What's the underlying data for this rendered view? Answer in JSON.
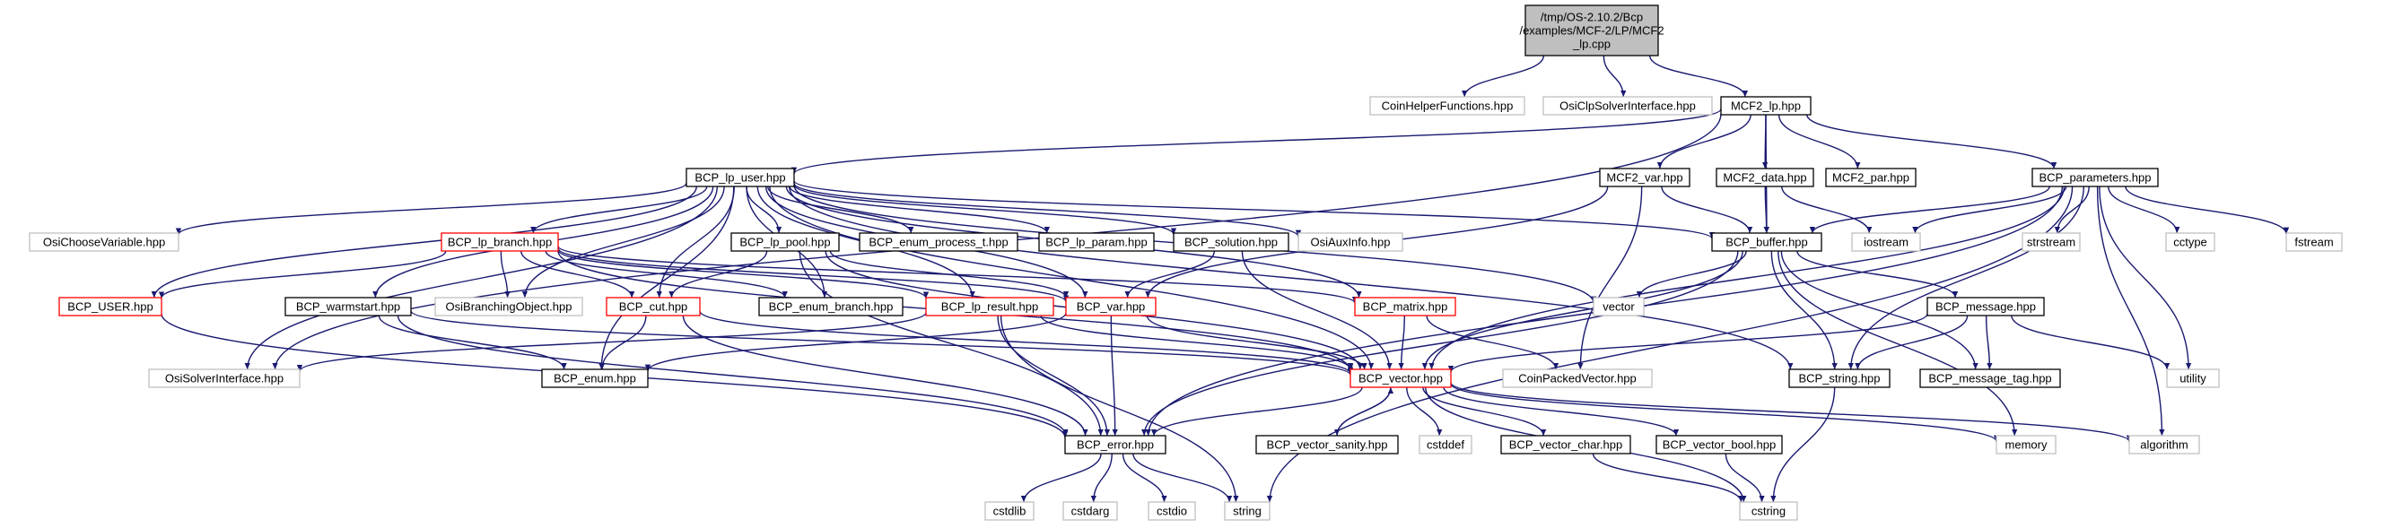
{
  "colors": {
    "edge": "#191970",
    "border_normal": "#000000",
    "border_truncated": "#ff0000",
    "border_system": "#bfbfbf",
    "fill_root": "#bfbfbf",
    "fill_default": "#ffffff",
    "text": "#000000"
  },
  "nodes": {
    "root": {
      "lines": [
        "/tmp/OS-2.10.2/Bcp",
        "/examples/MCF-2/LP/MCF2",
        "_lp.cpp"
      ],
      "kind": "root"
    },
    "coinhelper": {
      "lines": [
        "CoinHelperFunctions.hpp"
      ],
      "kind": "system"
    },
    "osiclp": {
      "lines": [
        "OsiClpSolverInterface.hpp"
      ],
      "kind": "system"
    },
    "mcf2lp": {
      "lines": [
        "MCF2_lp.hpp"
      ],
      "kind": "normal"
    },
    "bcplpuser": {
      "lines": [
        "BCP_lp_user.hpp"
      ],
      "kind": "normal"
    },
    "mcf2var": {
      "lines": [
        "MCF2_var.hpp"
      ],
      "kind": "normal"
    },
    "mcf2data": {
      "lines": [
        "MCF2_data.hpp"
      ],
      "kind": "normal"
    },
    "mcf2par": {
      "lines": [
        "MCF2_par.hpp"
      ],
      "kind": "normal"
    },
    "bcpparams": {
      "lines": [
        "BCP_parameters.hpp"
      ],
      "kind": "normal"
    },
    "osichoose": {
      "lines": [
        "OsiChooseVariable.hpp"
      ],
      "kind": "system"
    },
    "bcplpbranch": {
      "lines": [
        "BCP_lp_branch.hpp"
      ],
      "kind": "truncated"
    },
    "bcplppool": {
      "lines": [
        "BCP_lp_pool.hpp"
      ],
      "kind": "normal"
    },
    "bcpenumproc": {
      "lines": [
        "BCP_enum_process_t.hpp"
      ],
      "kind": "normal"
    },
    "bcplpparam": {
      "lines": [
        "BCP_lp_param.hpp"
      ],
      "kind": "normal"
    },
    "bcpsolution": {
      "lines": [
        "BCP_solution.hpp"
      ],
      "kind": "normal"
    },
    "osiauxinfo": {
      "lines": [
        "OsiAuxInfo.hpp"
      ],
      "kind": "system"
    },
    "bcpbuffer": {
      "lines": [
        "BCP_buffer.hpp"
      ],
      "kind": "normal"
    },
    "iostream": {
      "lines": [
        "iostream"
      ],
      "kind": "system"
    },
    "strstream": {
      "lines": [
        "strstream"
      ],
      "kind": "system"
    },
    "cctype": {
      "lines": [
        "cctype"
      ],
      "kind": "system"
    },
    "fstream": {
      "lines": [
        "fstream"
      ],
      "kind": "system"
    },
    "bcpuser": {
      "lines": [
        "BCP_USER.hpp"
      ],
      "kind": "truncated"
    },
    "bcpwarmstart": {
      "lines": [
        "BCP_warmstart.hpp"
      ],
      "kind": "normal"
    },
    "osibranching": {
      "lines": [
        "OsiBranchingObject.hpp"
      ],
      "kind": "system"
    },
    "bcpcut": {
      "lines": [
        "BCP_cut.hpp"
      ],
      "kind": "truncated"
    },
    "bcpenumbranch": {
      "lines": [
        "BCP_enum_branch.hpp"
      ],
      "kind": "normal"
    },
    "bcplpresult": {
      "lines": [
        "BCP_lp_result.hpp"
      ],
      "kind": "truncated"
    },
    "bcpvar": {
      "lines": [
        "BCP_var.hpp"
      ],
      "kind": "truncated"
    },
    "bcpmatrix": {
      "lines": [
        "BCP_matrix.hpp"
      ],
      "kind": "truncated"
    },
    "vector": {
      "lines": [
        "vector"
      ],
      "kind": "system"
    },
    "bcpmessage": {
      "lines": [
        "BCP_message.hpp"
      ],
      "kind": "normal"
    },
    "osisolver": {
      "lines": [
        "OsiSolverInterface.hpp"
      ],
      "kind": "system"
    },
    "bcpenum": {
      "lines": [
        "BCP_enum.hpp"
      ],
      "kind": "normal"
    },
    "bcpvector": {
      "lines": [
        "BCP_vector.hpp"
      ],
      "kind": "truncated"
    },
    "coinpacked": {
      "lines": [
        "CoinPackedVector.hpp"
      ],
      "kind": "system"
    },
    "bcpstring": {
      "lines": [
        "BCP_string.hpp"
      ],
      "kind": "normal"
    },
    "bcpmsgtag": {
      "lines": [
        "BCP_message_tag.hpp"
      ],
      "kind": "normal"
    },
    "utility": {
      "lines": [
        "utility"
      ],
      "kind": "system"
    },
    "bcperror": {
      "lines": [
        "BCP_error.hpp"
      ],
      "kind": "normal"
    },
    "bcpvecsanity": {
      "lines": [
        "BCP_vector_sanity.hpp"
      ],
      "kind": "normal"
    },
    "cstddef": {
      "lines": [
        "cstddef"
      ],
      "kind": "system"
    },
    "bcpvecchar": {
      "lines": [
        "BCP_vector_char.hpp"
      ],
      "kind": "normal"
    },
    "bcpvecbool": {
      "lines": [
        "BCP_vector_bool.hpp"
      ],
      "kind": "normal"
    },
    "memory": {
      "lines": [
        "memory"
      ],
      "kind": "system"
    },
    "algorithm": {
      "lines": [
        "algorithm"
      ],
      "kind": "system"
    },
    "cstdlib": {
      "lines": [
        "cstdlib"
      ],
      "kind": "system"
    },
    "cstdarg": {
      "lines": [
        "cstdarg"
      ],
      "kind": "system"
    },
    "cstdio": {
      "lines": [
        "cstdio"
      ],
      "kind": "system"
    },
    "string": {
      "lines": [
        "string"
      ],
      "kind": "system"
    },
    "cstring": {
      "lines": [
        "cstring"
      ],
      "kind": "system"
    }
  },
  "edges": [
    [
      "root",
      "coinhelper"
    ],
    [
      "root",
      "osiclp"
    ],
    [
      "root",
      "mcf2lp"
    ],
    [
      "mcf2lp",
      "bcplpuser"
    ],
    [
      "mcf2lp",
      "mcf2var"
    ],
    [
      "mcf2lp",
      "mcf2data"
    ],
    [
      "mcf2lp",
      "mcf2par"
    ],
    [
      "mcf2lp",
      "bcpparams"
    ],
    [
      "mcf2lp",
      "bcpbuffer"
    ],
    [
      "mcf2lp",
      "osisolver"
    ],
    [
      "bcplpuser",
      "osichoose"
    ],
    [
      "bcplpuser",
      "bcplpbranch"
    ],
    [
      "bcplpuser",
      "bcplppool"
    ],
    [
      "bcplpuser",
      "bcpenumproc"
    ],
    [
      "bcplpuser",
      "bcplpparam"
    ],
    [
      "bcplpuser",
      "bcpsolution"
    ],
    [
      "bcplpuser",
      "osiauxinfo"
    ],
    [
      "bcplpuser",
      "bcpbuffer"
    ],
    [
      "bcplpuser",
      "vector"
    ],
    [
      "bcplpuser",
      "bcpuser"
    ],
    [
      "bcplpuser",
      "bcpwarmstart"
    ],
    [
      "bcplpuser",
      "osibranching"
    ],
    [
      "bcplpuser",
      "bcpcut"
    ],
    [
      "bcplpuser",
      "bcpenumbranch"
    ],
    [
      "bcplpuser",
      "bcplpresult"
    ],
    [
      "bcplpuser",
      "bcpvar"
    ],
    [
      "bcplpuser",
      "bcpmatrix"
    ],
    [
      "bcplpuser",
      "osisolver"
    ],
    [
      "bcplpuser",
      "bcpenum"
    ],
    [
      "bcplpuser",
      "bcpvector"
    ],
    [
      "bcplpuser",
      "bcpstring"
    ],
    [
      "mcf2var",
      "bcpvar"
    ],
    [
      "mcf2var",
      "coinpacked"
    ],
    [
      "mcf2var",
      "bcpbuffer"
    ],
    [
      "mcf2data",
      "bcpbuffer"
    ],
    [
      "mcf2data",
      "iostream"
    ],
    [
      "bcpparams",
      "bcpbuffer"
    ],
    [
      "bcpparams",
      "iostream"
    ],
    [
      "bcpparams",
      "strstream"
    ],
    [
      "bcpparams",
      "cctype"
    ],
    [
      "bcpparams",
      "fstream"
    ],
    [
      "bcpparams",
      "utility"
    ],
    [
      "bcpparams",
      "algorithm"
    ],
    [
      "bcpparams",
      "bcpstring"
    ],
    [
      "bcpparams",
      "bcpvector"
    ],
    [
      "bcpparams",
      "string"
    ],
    [
      "bcpparams",
      "bcperror"
    ],
    [
      "bcplpbranch",
      "bcpuser"
    ],
    [
      "bcplpbranch",
      "osibranching"
    ],
    [
      "bcplpbranch",
      "bcpcut"
    ],
    [
      "bcplpbranch",
      "bcpenumbranch"
    ],
    [
      "bcplpbranch",
      "bcplpresult"
    ],
    [
      "bcplpbranch",
      "bcpvar"
    ],
    [
      "bcplpbranch",
      "bcpmatrix"
    ],
    [
      "bcplpbranch",
      "bcpvector"
    ],
    [
      "bcplppool",
      "bcpcut"
    ],
    [
      "bcplppool",
      "bcpvar"
    ],
    [
      "bcplppool",
      "bcpvector"
    ],
    [
      "bcplppool",
      "bcperror"
    ],
    [
      "bcpsolution",
      "bcpvar"
    ],
    [
      "bcpsolution",
      "bcpvector"
    ],
    [
      "bcpbuffer",
      "vector"
    ],
    [
      "bcpbuffer",
      "bcpmessage"
    ],
    [
      "bcpbuffer",
      "bcpvector"
    ],
    [
      "bcpbuffer",
      "bcpstring"
    ],
    [
      "bcpbuffer",
      "bcperror"
    ],
    [
      "bcpbuffer",
      "bcpmsgtag"
    ],
    [
      "bcpbuffer",
      "memory"
    ],
    [
      "bcpuser",
      "bcperror"
    ],
    [
      "bcpwarmstart",
      "bcpvector"
    ],
    [
      "bcpwarmstart",
      "bcpenum"
    ],
    [
      "bcpwarmstart",
      "bcperror"
    ],
    [
      "bcpcut",
      "bcpenum"
    ],
    [
      "bcpcut",
      "bcperror"
    ],
    [
      "bcpcut",
      "bcpvector"
    ],
    [
      "bcplpresult",
      "osisolver"
    ],
    [
      "bcplpresult",
      "bcpvector"
    ],
    [
      "bcplpresult",
      "bcperror"
    ],
    [
      "bcplpresult",
      "string"
    ],
    [
      "bcpvar",
      "bcpenum"
    ],
    [
      "bcpvar",
      "bcpvector"
    ],
    [
      "bcpvar",
      "bcperror"
    ],
    [
      "bcpmatrix",
      "bcpvector"
    ],
    [
      "bcpmatrix",
      "coinpacked"
    ],
    [
      "bcpmessage",
      "bcpvector"
    ],
    [
      "bcpmessage",
      "bcpstring"
    ],
    [
      "bcpmessage",
      "bcpmsgtag"
    ],
    [
      "bcpmessage",
      "utility"
    ],
    [
      "bcpvector",
      "bcperror"
    ],
    [
      "bcpvector",
      "bcpvecsanity"
    ],
    [
      "bcpvector",
      "cstddef"
    ],
    [
      "bcpvector",
      "bcpvecchar"
    ],
    [
      "bcpvector",
      "bcpvecbool"
    ],
    [
      "bcpvector",
      "memory"
    ],
    [
      "bcpvector",
      "algorithm"
    ],
    [
      "bcpvector",
      "cstring"
    ],
    [
      "bcpvecsanity",
      "bcpvector"
    ],
    [
      "bcpvecchar",
      "cstring"
    ],
    [
      "bcpvecbool",
      "cstring"
    ],
    [
      "bcpstring",
      "cstring"
    ],
    [
      "bcperror",
      "cstdlib"
    ],
    [
      "bcperror",
      "cstdarg"
    ],
    [
      "bcperror",
      "cstdio"
    ],
    [
      "bcperror",
      "string"
    ]
  ]
}
